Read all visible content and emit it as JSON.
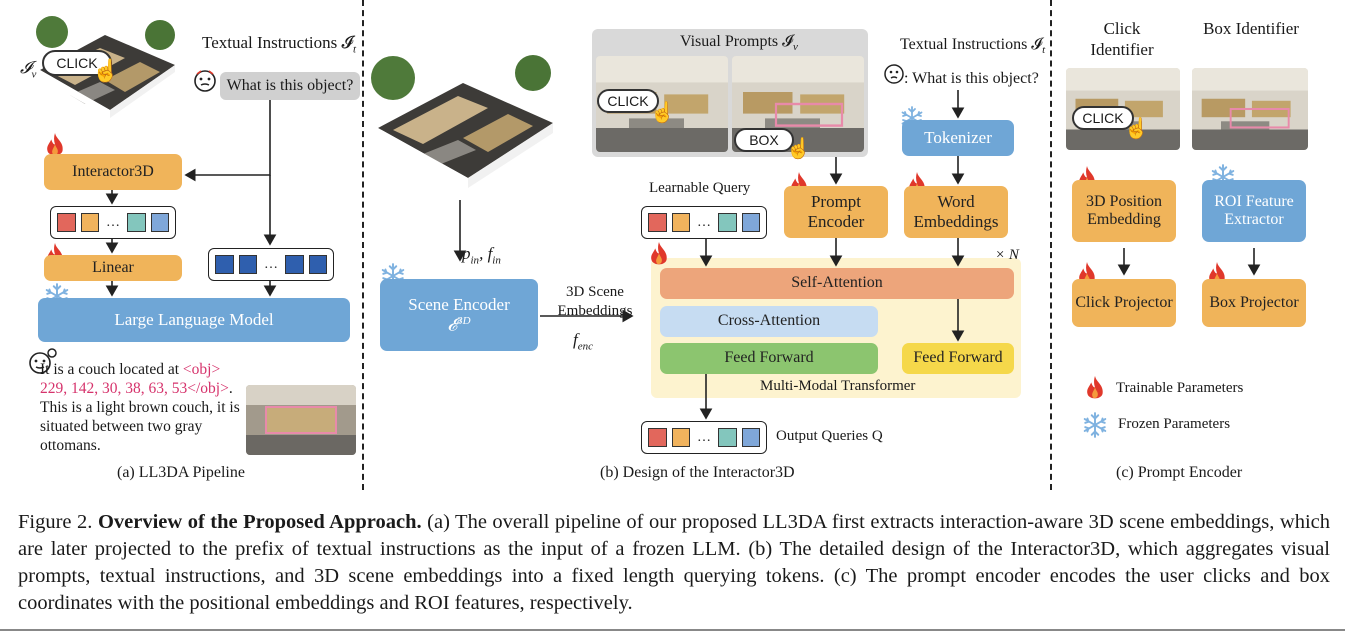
{
  "panel_a": {
    "iv_label": "𝓘",
    "iv_sub": "v",
    "click_label": "CLICK",
    "textual_label": "Textual Instructions 𝓘",
    "textual_sub": "t",
    "question": "What is this object?",
    "interactor": "Interactor3D",
    "linear": "Linear",
    "llm": "Large Language Model",
    "answer_pre": "It is a couch located at ",
    "answer_obj": "<obj> 229, 142, 30, 38, 63, 53</obj>",
    "answer_post": ". This is a light brown couch, it is situated between two gray ottomans.",
    "caption": "(a) LL3DA Pipeline"
  },
  "panel_b": {
    "visual_prompts": "Visual Prompts 𝓘",
    "visual_sub": "v",
    "click_label": "CLICK",
    "box_label": "BOX",
    "textual_label": "Textual Instructions 𝓘",
    "textual_sub": "t",
    "question": ": What is this object?",
    "tokenizer": "Tokenizer",
    "learnable_query": "Learnable Query",
    "prompt_encoder": "Prompt Encoder",
    "word_embeddings": "Word Embeddings",
    "pin_fin": "p",
    "scene_encoder": "Scene Encoder",
    "scene_encoder_sym": "𝓔",
    "embeddings_label": "3D Scene Embeddings",
    "fenc": "f",
    "self_attention": "Self-Attention",
    "cross_attention": "Cross-Attention",
    "feed_forward_left": "Feed Forward",
    "feed_forward_right": "Feed Forward",
    "times_n": "× N",
    "mmt": "Multi-Modal Transformer",
    "output_queries": "Output Queries Q",
    "caption": "(b) Design of the Interactor3D"
  },
  "panel_c": {
    "click_identifier": "Click Identifier",
    "box_identifier": "Box Identifier",
    "click_label": "CLICK",
    "pos_embedding": "3D Position Embedding",
    "roi": "ROI Feature Extractor",
    "click_projector": "Click Projector",
    "box_projector": "Box Projector",
    "trainable": "Trainable Parameters",
    "frozen": "Frozen Parameters",
    "caption": "(c) Prompt Encoder"
  },
  "figure_caption": {
    "lead": "Figure 2. ",
    "bold": "Overview of the Proposed Approach.",
    "body": " (a) The overall pipeline of our proposed LL3DA first extracts interaction-aware 3D scene embeddings, which are later projected to the prefix of textual instructions as the input of a frozen LLM. (b) The detailed design of the Interactor3D, which aggregates visual prompts, textual instructions, and 3D scene embeddings into a fixed length querying tokens. (c) The prompt encoder encodes the user clicks and box coordinates with the positional embeddings and ROI features, respectively."
  },
  "colors": {
    "orange_block": "#f0b45a",
    "blue_block": "#6fa6d6",
    "answer_highlight": "#d6336c"
  }
}
